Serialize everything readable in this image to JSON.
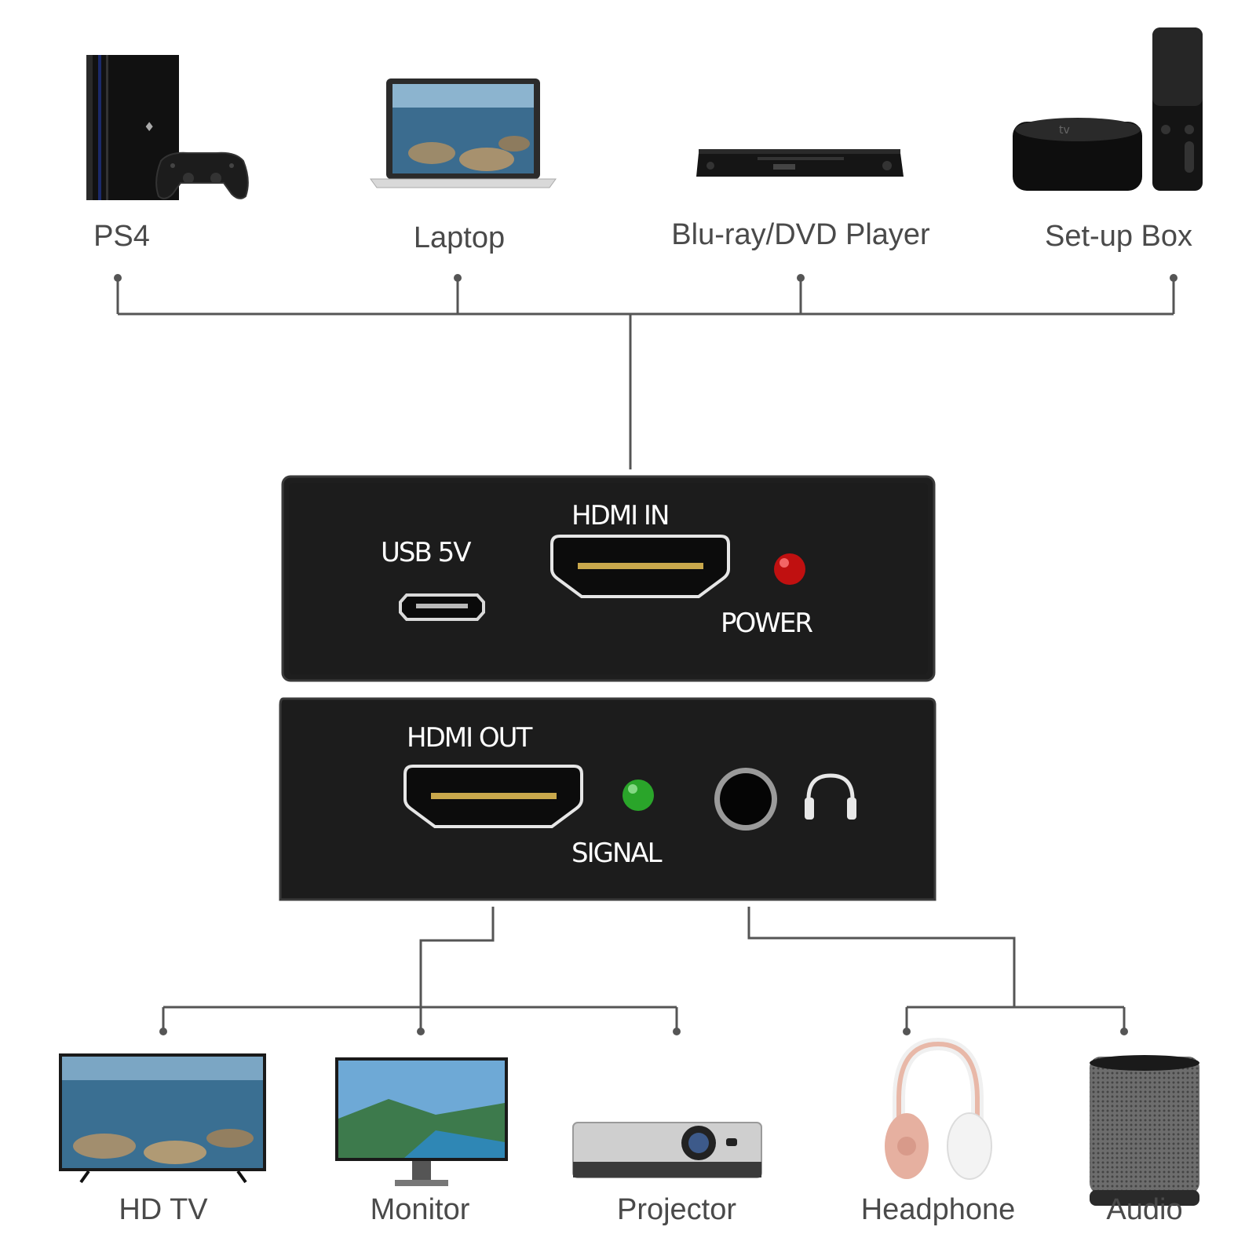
{
  "sources": [
    {
      "label": "PS4",
      "icon": "ps4-console-icon"
    },
    {
      "label": "Laptop",
      "icon": "laptop-icon"
    },
    {
      "label": "Blu-ray/DVD Player",
      "icon": "bluray-player-icon"
    },
    {
      "label": "Set-up Box",
      "icon": "set-top-box-icon"
    }
  ],
  "device": {
    "front_panel": {
      "usb_label": "USB 5V",
      "hdmi_in_label": "HDMI IN",
      "power_label": "POWER",
      "power_led_color": "#c01010"
    },
    "back_panel": {
      "hdmi_out_label": "HDMI OUT",
      "signal_label": "SIGNAL",
      "signal_led_color": "#2aa52a"
    }
  },
  "outputs": [
    {
      "label": "HD TV",
      "icon": "tv-icon"
    },
    {
      "label": "Monitor",
      "icon": "monitor-icon"
    },
    {
      "label": "Projector",
      "icon": "projector-icon"
    },
    {
      "label": "Headphone",
      "icon": "headphone-icon"
    },
    {
      "label": "Audio",
      "icon": "speaker-icon"
    }
  ],
  "colors": {
    "line": "#555555",
    "device_body": "#1e1e1e",
    "label_text": "#4a4a4a"
  }
}
